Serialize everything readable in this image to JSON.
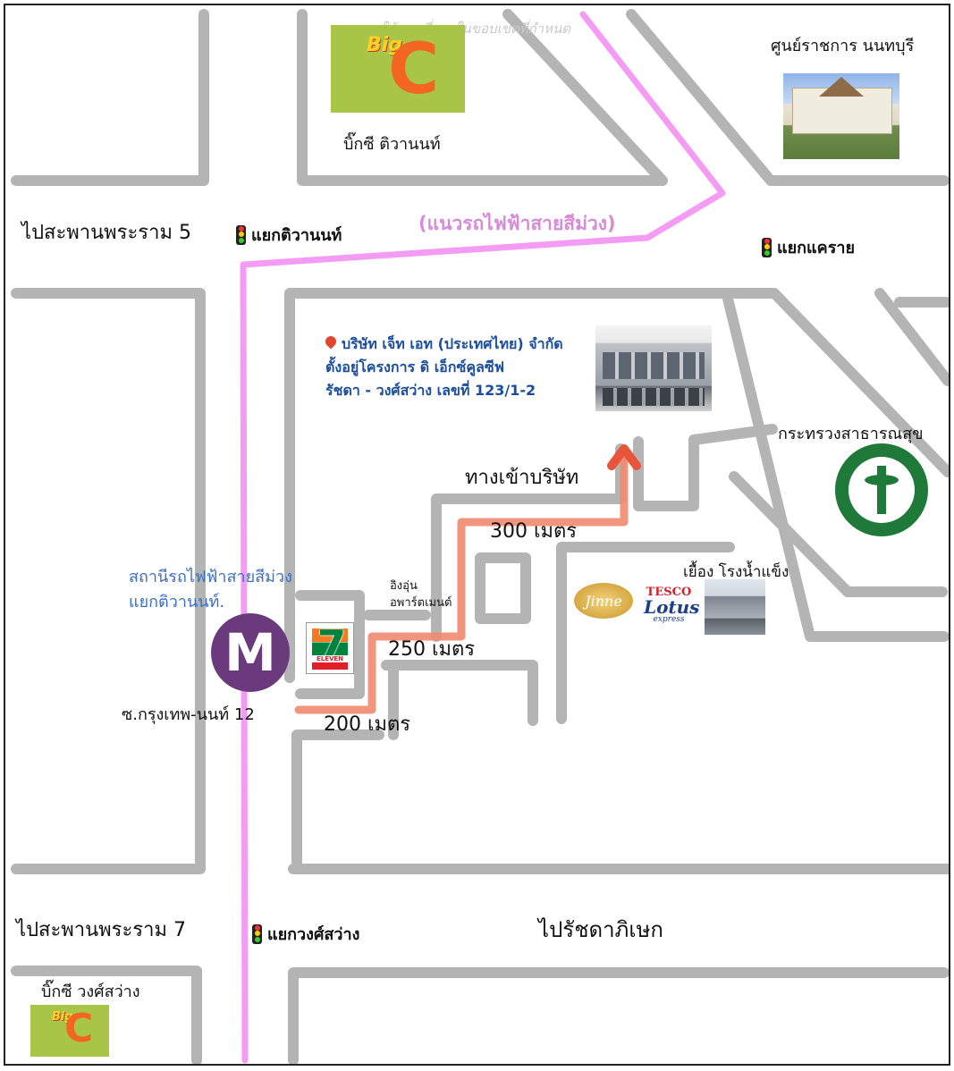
{
  "map": {
    "watermark": "ใช้แผนที่ภายในขอบเขตที่กำหนด",
    "colors": {
      "road": "#b4b4b4",
      "purple_line": "#f49cf4",
      "route": "#f08a6e",
      "route_arrow": "#e8553a",
      "company_text": "#1a4d9e",
      "station_text": "#3a6fc2",
      "metro_purple": "#6b3a7d"
    },
    "icons": [
      "traffic-light-icon",
      "location-pin-icon",
      "metro-station-icon",
      "arrow-up-icon"
    ],
    "labels": {
      "bigc_tiwanon": "บิ๊กซี ติวานนท์",
      "govt_center": "ศูนย์ราชการ นนทบุรี",
      "to_rama5": "ไปสะพานพระราม 5",
      "tiwanon_junction": "แยกติวานนท์",
      "purple_line": "(แนวรถไฟฟ้าสายสีม่วง)",
      "khae_rai_junction": "แยกแคราย",
      "ministry_health": "กระทรวงสาธารณสุข",
      "entrance": "ทางเข้าบริษัท",
      "dist_300": "300 เมตร",
      "station_line1": "สถานีรถไฟฟ้าสายสีม่วง",
      "station_line2": "แยกติวานนท์.",
      "ing_un_line1": "อิงอุ่น",
      "ing_un_line2": "อพาร์ตเมนต์",
      "ice_factory": "เยื้อง  โรงน้ำแข็ง",
      "dist_250": "250 เมตร",
      "soi": "ซ.กรุงเทพ-นนท์ 12",
      "dist_200": "200 เมตร",
      "to_rama7": "ไปสะพานพระราม 7",
      "wongsawang_junction": "แยกวงศ์สว่าง",
      "to_ratchada": "ไปรัชดาภิเษก",
      "bigc_wongsawang": "บิ๊กซี วงศ์สว่าง"
    },
    "company": {
      "line1": "บริษัท เจ็ท เอท (ประเทศไทย) จำกัด",
      "line2": "ตั้งอยู่โครงการ ดิ เอ็กซ์คูลซีฟ",
      "line3": "รัชดา - วงศ์สว่าง เลขที่ 123/1-2"
    },
    "logos": {
      "bigc_text": "Big",
      "bigc_letter": "C",
      "metro_letter": "M",
      "seven_digit": "7",
      "seven_text": "ELEVEN",
      "tesco": "TESCO",
      "lotus": "Lotus",
      "express": "express",
      "jinne": "Jinne"
    }
  }
}
